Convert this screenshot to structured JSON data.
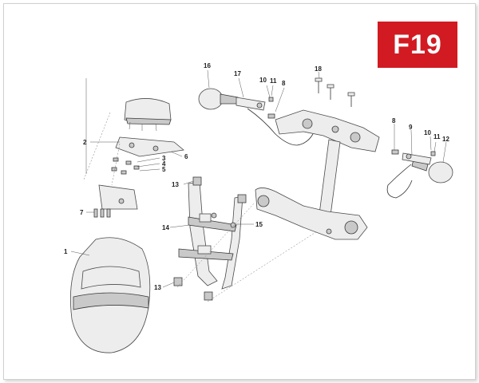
{
  "section_code": "F19",
  "callouts": {
    "c1": "1",
    "c2": "2",
    "c3": "3",
    "c4": "4",
    "c5": "5",
    "c6": "6",
    "c7": "7",
    "c8a": "8",
    "c8b": "8",
    "c9": "9",
    "c10a": "10",
    "c10b": "10",
    "c11a": "11",
    "c11b": "11",
    "c12": "12",
    "c13a": "13",
    "c13b": "13",
    "c14": "14",
    "c15": "15",
    "c16": "16",
    "c17": "17",
    "c18": "18"
  },
  "colors": {
    "badge": "#d21a22",
    "line": "#4a4a4a",
    "part_fill": "#ededed"
  }
}
